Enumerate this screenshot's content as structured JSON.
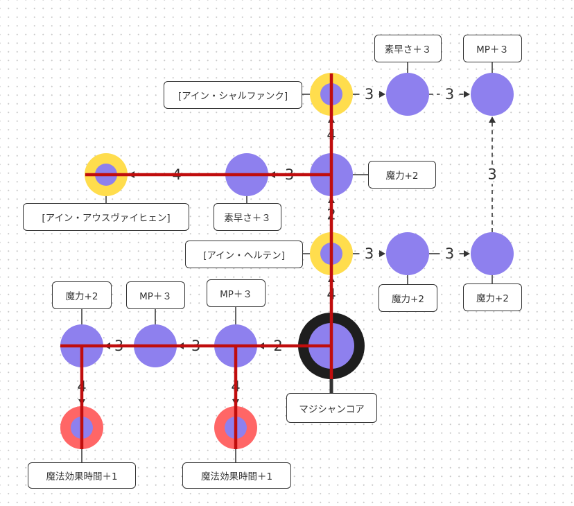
{
  "colors": {
    "node": "#8e80ee",
    "keystone_ring": "#ffdd4d",
    "notable_ring": "#ff6666",
    "core_ring": "#1e1e1e",
    "path": "#c00d0d",
    "edge": "#333333"
  },
  "nodes": {
    "core": {
      "label": "マジシャンコア",
      "type": "core"
    },
    "helten": {
      "label": "[アイン・ヘルテン]",
      "type": "keystone"
    },
    "center_mid": {
      "label": "魔力+2",
      "type": "normal"
    },
    "schalfank": {
      "label": "[アイン・シャルファンク]",
      "type": "keystone"
    },
    "top_right1": {
      "label": "素早さ＋３",
      "type": "normal"
    },
    "top_right2": {
      "label": "MP＋３",
      "type": "normal"
    },
    "mid_right1": {
      "label": "魔力+2",
      "type": "normal"
    },
    "mid_right2": {
      "label": "魔力+2",
      "type": "normal"
    },
    "left_mid1": {
      "label": "素早さ＋３",
      "type": "normal"
    },
    "auswahl": {
      "label": "[アイン・アウスヴァイヒェン]",
      "type": "keystone"
    },
    "bottom1": {
      "label": "MP＋３",
      "type": "normal"
    },
    "bottom2": {
      "label": "MP＋３",
      "type": "normal"
    },
    "bottom3": {
      "label": "魔力+2",
      "type": "normal"
    },
    "notable1": {
      "label": "魔法効果時間＋1",
      "type": "notable"
    },
    "notable2": {
      "label": "魔法効果時間＋1",
      "type": "notable"
    }
  },
  "edges": [
    {
      "from": "core",
      "to": "helten",
      "cost": "4",
      "style": "solid",
      "selected": true
    },
    {
      "from": "helten",
      "to": "center_mid",
      "cost": "2",
      "style": "solid",
      "selected": true
    },
    {
      "from": "center_mid",
      "to": "schalfank",
      "cost": "4",
      "style": "solid",
      "selected": true
    },
    {
      "from": "schalfank",
      "to": "top_right1",
      "cost": "3",
      "style": "solid",
      "selected": false
    },
    {
      "from": "top_right1",
      "to": "top_right2",
      "cost": "3",
      "style": "dashed",
      "selected": false
    },
    {
      "from": "mid_right2",
      "to": "top_right2",
      "cost": "3",
      "style": "dashed",
      "selected": false
    },
    {
      "from": "helten",
      "to": "mid_right1",
      "cost": "3",
      "style": "solid",
      "selected": false
    },
    {
      "from": "mid_right1",
      "to": "mid_right2",
      "cost": "3",
      "style": "solid",
      "selected": false
    },
    {
      "from": "center_mid",
      "to": "left_mid1",
      "cost": "3",
      "style": "solid",
      "selected": true
    },
    {
      "from": "left_mid1",
      "to": "auswahl",
      "cost": "4",
      "style": "solid",
      "selected": true
    },
    {
      "from": "core",
      "to": "bottom1",
      "cost": "2",
      "style": "solid",
      "selected": true
    },
    {
      "from": "bottom1",
      "to": "bottom2",
      "cost": "3",
      "style": "solid",
      "selected": true
    },
    {
      "from": "bottom2",
      "to": "bottom3",
      "cost": "3",
      "style": "solid",
      "selected": true
    },
    {
      "from": "bottom3",
      "to": "notable1",
      "cost": "4",
      "style": "solid",
      "selected": true
    },
    {
      "from": "bottom1",
      "to": "notable2",
      "cost": "4",
      "style": "solid",
      "selected": true
    }
  ]
}
